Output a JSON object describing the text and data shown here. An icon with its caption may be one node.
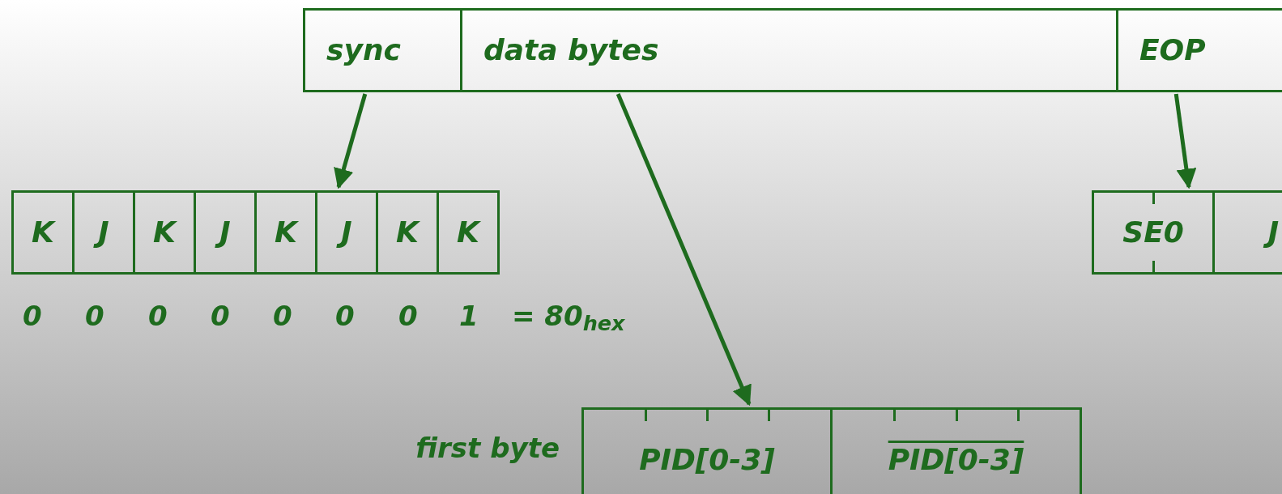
{
  "diagram": {
    "nodes": [
      {
        "text": [],
        "shape": "box"
      },
      {
        "text": [
          "sync"
        ],
        "in": 0
      },
      {
        "text": [
          "data bytes"
        ],
        "in": 0
      },
      {
        "text": [
          "EOP"
        ],
        "in": 0
      },
      {
        "text": [],
        "shape": "box"
      },
      {
        "text": [
          "K"
        ],
        "in": 4
      },
      {
        "text": [
          "J"
        ],
        "in": 4
      },
      {
        "text": [
          "K"
        ],
        "in": 4
      },
      {
        "text": [
          "J"
        ],
        "in": 4
      },
      {
        "text": [
          "K"
        ],
        "in": 4
      },
      {
        "text": [
          "J"
        ],
        "in": 4
      },
      {
        "text": [
          "K"
        ],
        "in": 4
      },
      {
        "text": [
          "K"
        ],
        "in": 4
      },
      {
        "text": [],
        "shape": "box"
      },
      {
        "text": [
          "SE0"
        ],
        "in": 13
      },
      {
        "text": [
          "J"
        ],
        "in": 13
      },
      {
        "text": [],
        "shape": "box",
        "beside": [
          "first byte"
        ]
      },
      {
        "text": [
          "PID[0-3]"
        ],
        "in": 16
      },
      {
        "text": [
          "PID[0-3]"
        ],
        "in": 16
      }
    ],
    "edges": [
      {
        "from": 1,
        "to": 4,
        "arrow": "to"
      },
      {
        "from": 2,
        "to": 16,
        "arrow": "to"
      },
      {
        "from": 3,
        "to": 13,
        "arrow": "to"
      }
    ],
    "labels": [
      "0",
      "0",
      "0",
      "0",
      "0",
      "0",
      "0",
      "1",
      "= 80$_{hex}$"
    ]
  }
}
